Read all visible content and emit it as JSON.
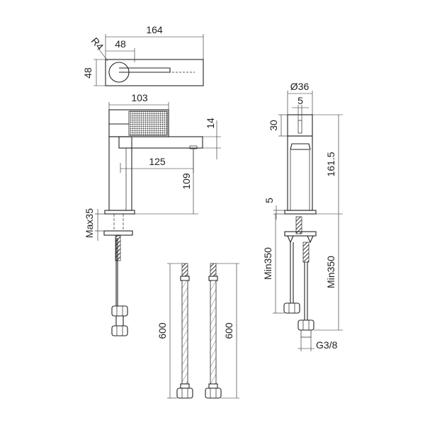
{
  "labels": {
    "top_length": "164",
    "top_handle_offset": "48",
    "top_radius": "R4",
    "top_height": "48",
    "side_body_length": "103",
    "side_spout_thickness": "14",
    "side_reach": "125",
    "side_spout_height": "109",
    "side_max_deck": "Max35",
    "front_diameter": "Ø36",
    "front_slot": "5",
    "front_handle_height": "30",
    "front_total_height": "161.5",
    "front_base": "5",
    "front_min_left": "Min350",
    "front_min_right": "Min350",
    "front_thread": "G3/8",
    "hose_left_length": "600",
    "hose_right_length": "600"
  }
}
